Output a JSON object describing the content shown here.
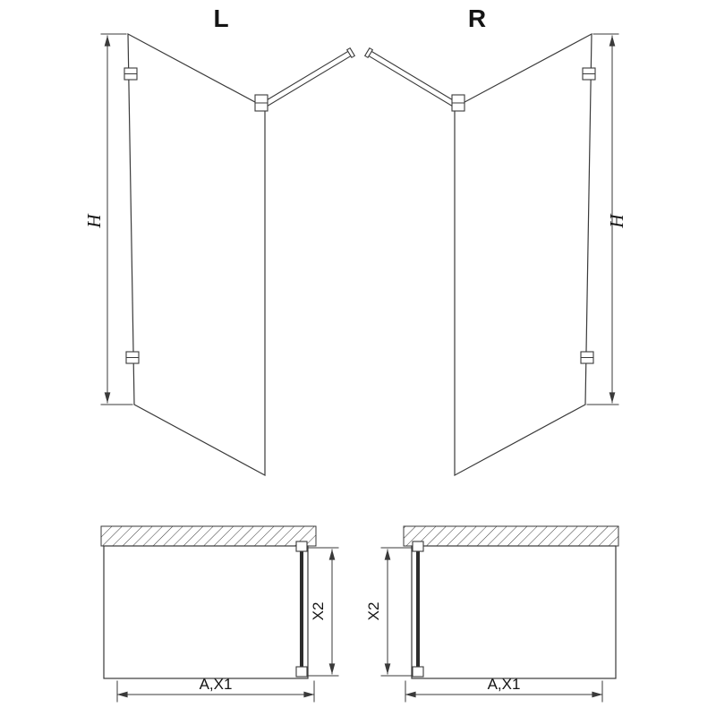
{
  "views": {
    "elevation_left": {
      "label": "L",
      "height_dim": "H"
    },
    "elevation_right": {
      "label": "R",
      "height_dim": "H"
    },
    "plan_left": {
      "depth_dim": "X2",
      "width_dim": "A,X1"
    },
    "plan_right": {
      "depth_dim": "X2",
      "width_dim": "A,X1"
    }
  },
  "colors": {
    "line": "#3a3a3a",
    "background": "#ffffff"
  }
}
